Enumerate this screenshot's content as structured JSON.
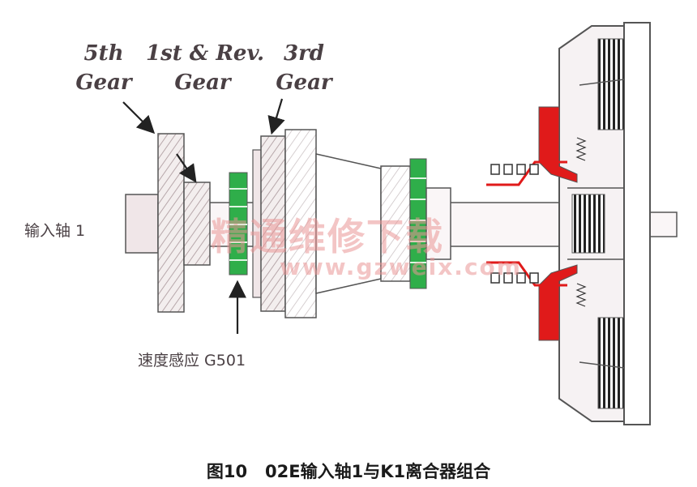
{
  "labels": {
    "gear5": [
      "5th",
      "Gear"
    ],
    "gear1rev": [
      "1st & Rev.",
      "Gear"
    ],
    "gear3": [
      "3rd",
      "Gear"
    ],
    "input_shaft": "输入轴 1",
    "speed_sensor": "速度感应  G501"
  },
  "watermark": {
    "cn": "精通维修下载",
    "url": "www.gzweix.com"
  },
  "caption": "图10   02E输入轴1与K1离合器组合",
  "colors": {
    "sensor_wheel": "#2fae4a",
    "clutch_red": "#e01a1a",
    "outline": "#555555",
    "watermark": "#e99696"
  }
}
